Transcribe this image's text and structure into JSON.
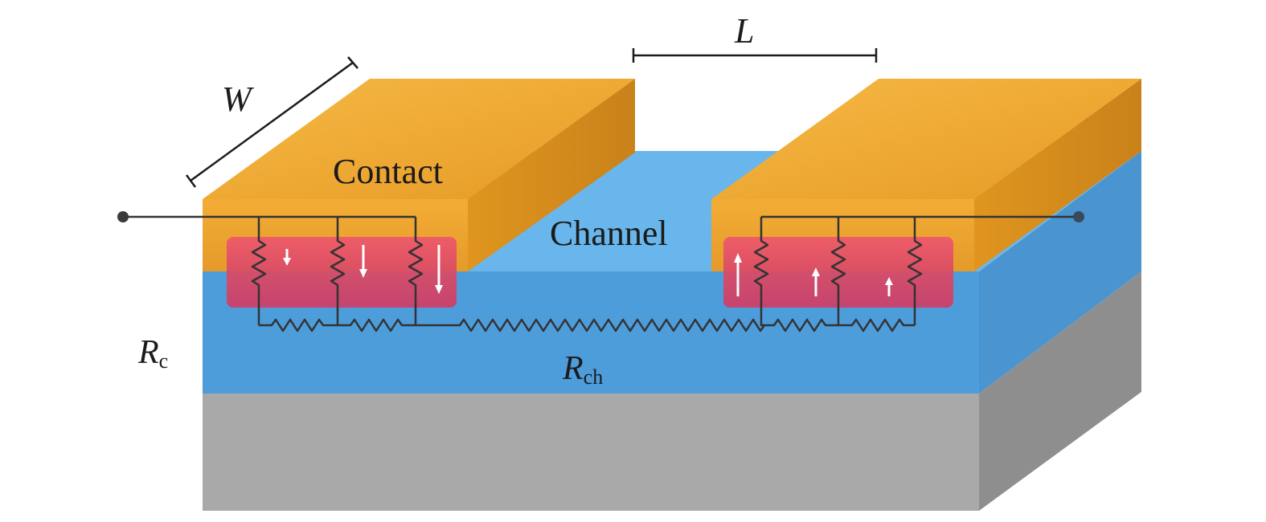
{
  "labels": {
    "contact": "Contact",
    "channel": "Channel",
    "width_symbol": "W",
    "length_symbol": "L",
    "contact_resistance": {
      "symbol": "R",
      "subscript": "c"
    },
    "channel_resistance": {
      "symbol": "R",
      "subscript": "ch"
    }
  },
  "colors": {
    "substrate_front": "#a9a9a9",
    "substrate_side": "#8c8c8c",
    "channel_front": "#4c9ddb",
    "channel_top": "#6bb8ee",
    "contact_top": "#f2ab38",
    "contact_side": "#d98e1e",
    "contact_region": "#e24c6a",
    "wire": "#333333",
    "arrow": "#ffffff"
  }
}
